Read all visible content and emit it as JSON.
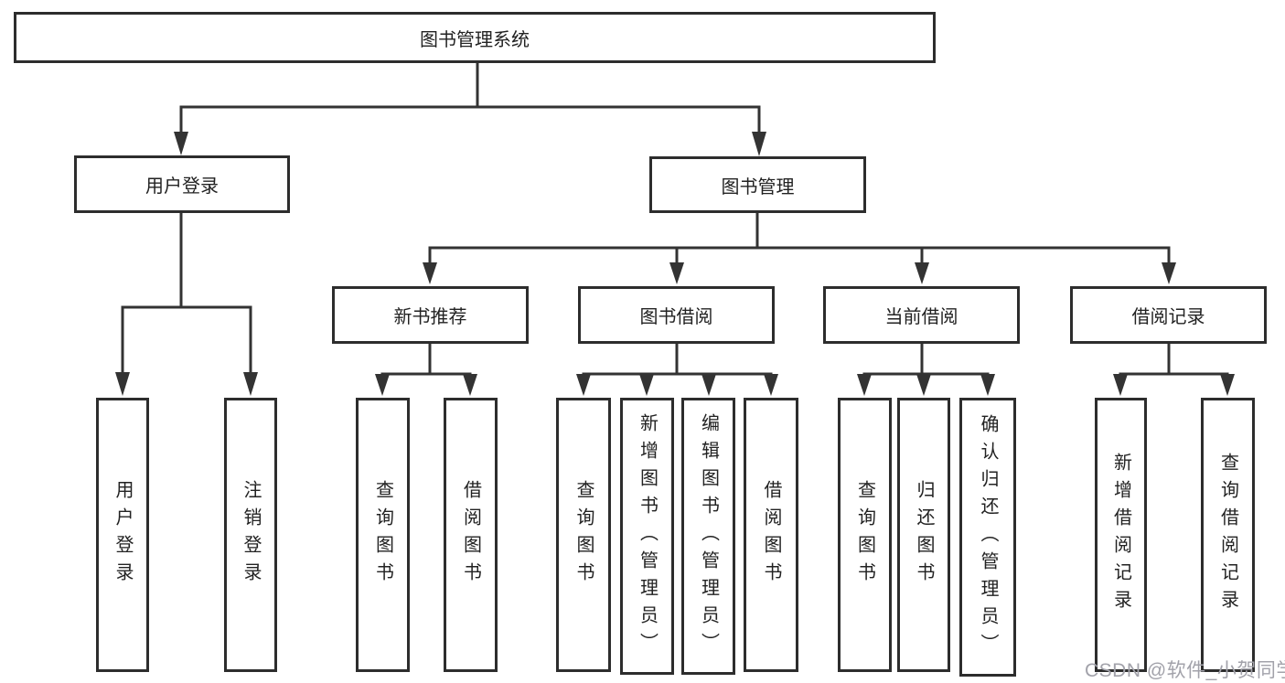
{
  "diagram": {
    "title": "图书管理系统",
    "root": {
      "label": "图书管理系统"
    },
    "level2": [
      {
        "id": "user-login",
        "label": "用户登录"
      },
      {
        "id": "book-management",
        "label": "图书管理"
      }
    ],
    "level3": [
      {
        "id": "new-book-recommendation",
        "label": "新书推荐",
        "parent": "图书管理"
      },
      {
        "id": "book-borrowing",
        "label": "图书借阅",
        "parent": "图书管理"
      },
      {
        "id": "current-borrowing",
        "label": "当前借阅",
        "parent": "图书管理"
      },
      {
        "id": "borrowing-records",
        "label": "借阅记录",
        "parent": "图书管理"
      }
    ],
    "leaves": [
      {
        "label": "用户登录",
        "parent": "用户登录"
      },
      {
        "label": "注销登录",
        "parent": "用户登录"
      },
      {
        "label": "查询图书",
        "parent": "新书推荐"
      },
      {
        "label": "借阅图书",
        "parent": "新书推荐"
      },
      {
        "label": "查询图书",
        "parent": "图书借阅"
      },
      {
        "label": "新增图书（管理员）",
        "parent": "图书借阅"
      },
      {
        "label": "编辑图书（管理员）",
        "parent": "图书借阅"
      },
      {
        "label": "借阅图书",
        "parent": "图书借阅"
      },
      {
        "label": "查询图书",
        "parent": "当前借阅"
      },
      {
        "label": "归还图书",
        "parent": "当前借阅"
      },
      {
        "label": "确认归还（管理员）",
        "parent": "当前借阅"
      },
      {
        "label": "新增借阅记录",
        "parent": "借阅记录"
      },
      {
        "label": "查询借阅记录",
        "parent": "借阅记录"
      }
    ],
    "watermark": "CSDN @软件_小贺同学",
    "colors": {
      "line": "#333333",
      "box_border": "#2d2d2d",
      "text": "#222222",
      "watermark": "#a2a2aa",
      "background": "#ffffff"
    }
  }
}
